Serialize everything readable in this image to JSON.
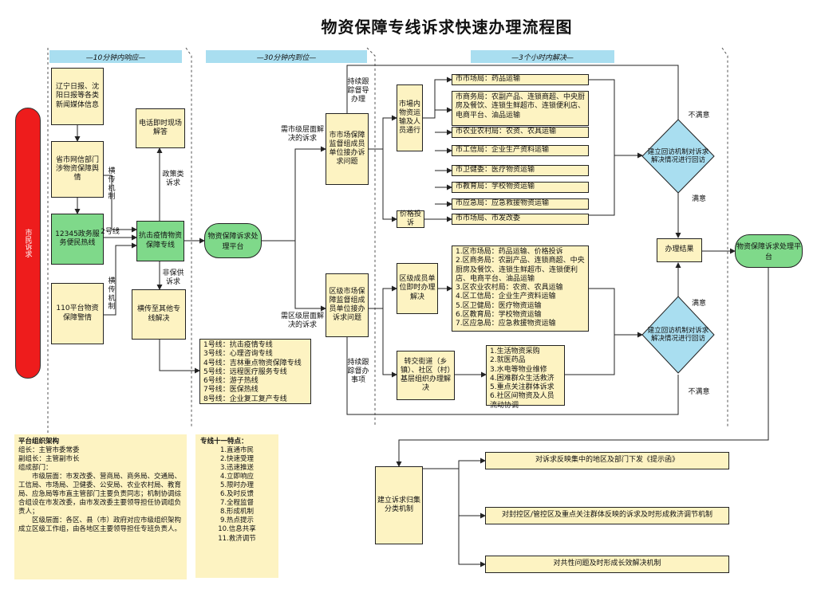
{
  "title": "物资保障专线诉求快速办理流程图",
  "banners": {
    "b1": "—10分钟内响应—",
    "b2": "—30分钟内到位—",
    "b3": "—3个小时内解决—"
  },
  "left_source": "市民诉求",
  "sources": {
    "newspaper": "辽宁日报、沈阳日报等各类新闻媒体信息",
    "opinion": "省市网信部门涉物资保障舆情",
    "hotline12345": "12345政务服务便民热线",
    "police110": "110平台物资保障警情"
  },
  "labels": {
    "horizontal_transfer": "横传机制",
    "line2": "2号线",
    "horizontal_transfer2": "横传机制",
    "policy": "政策类诉求",
    "non_supply": "非保供诉求",
    "city_level": "需市级层面解决的诉求",
    "district_level": "需区级层面解决的诉求",
    "track_supervise": "持续跟踪督导办理",
    "track_supervise2": "持续跟踪督办事项",
    "unsatisfied": "不满意",
    "satisfied": "满意",
    "satisfied2": "满意",
    "unsatisfied2": "不满意"
  },
  "center": {
    "phone": "电话即时现场解答",
    "hub": "抗击疫情物资保障专线",
    "transfer": "横传至其他专线解决",
    "platform": "物资保障诉求处理平台",
    "city_group": "市市场保障监督组成员单位接办诉求问题",
    "district_group": "区级市场保障监督组成员单位接办诉求问题",
    "city_transport": "市場内物资运输及人员通行",
    "price": "价格投诉",
    "district_unit": "区级成员单位即时办理解决",
    "street": "转交街道（乡镇）、社区（村）基层组织办理解决",
    "callback1": "建立回访机制对诉求解决情况进行回访",
    "callback2": "建立回访机制对诉求解决情况进行回访",
    "result": "办理结果",
    "platform_right": "物资保障诉求处理平台",
    "classify": "建立诉求归集分类机制"
  },
  "city_items": [
    "市市场局：药品运输",
    "市商务局：农副产品、连锁商超、中央厨房及餐饮、连锁生鲜超市、连锁便利店、电商平台、油品运输",
    "市农业农村局：农资、农具运输",
    "市工信局：企业生产资料运输",
    "市卫健委：医疗物资运输",
    "市教育局：学校物资运输",
    "市应急局：应急救援物资运输",
    "市市场局、市发改委"
  ],
  "district_items": "1.区市场局：药品运输、价格投诉\n2.区商务局：农副产品、连锁商超、中央厨房及餐饮、连锁生鲜超市、连锁便利店、电商平台、油品运输\n3.区农业农村局：农资、农具运输\n4.区工信局：企业生产资料运输\n5.区卫健局：医疗物资运输\n6.区教育局：学校物资运输\n7.区应急局：应急救援物资运输",
  "street_items": "1.生活物资采购\n2.就医药品\n3.水电等物业维修\n4.困难群众生活救济\n5.重点关注群体诉求\n6.社区间物资及人员流动协调",
  "lines": "1号线：抗击疫情专线\n3号线：心理咨询专线\n4号线：吉林重点物资保障专线\n5号线：远程医疗服务专线\n6号线：游子热线\n7号线：医保热线\n8号线：企业复工复产专线",
  "org": {
    "heading": "平台组织架构",
    "body": "组长：主管市委常委\n副组长：主管副市长\n组成部门：\n　　市级层面：市发改委、营商局、商务局、交通局、工信局、市场局、卫健委、公安局、农业农村局、教育局、应急局等市直主管部门主要负责同志；机制协调综合组设在市发改委，由市发改委主要领导担任协调组负责人；\n　　区级层面：各区、县（市）政府对应市级组织架构成立区级工作组，由各地区主要领导担任专班负责人。"
  },
  "features": {
    "heading": "专线十一特点：",
    "body": "1.直通市民\n2.快速受理\n3.迅速推送\n4.立即响应\n5.限时办理\n6.及时反馈\n7.全程监督\n8.形成机制\n9.热点提示\n10.信息共享\n11.救济调节"
  },
  "outcomes": [
    "对诉求反映集中的地区及部门下发《提示函》",
    "对封控区/管控区及重点关注群体反映的诉求及时形成救济调节机制",
    "对共性问题及时形成长效解决机制"
  ],
  "colors": {
    "note_bg": "#fdf3c2",
    "green": "#7fd98a",
    "banner": "#a9def0",
    "red": "#ee1c1c",
    "diamond": "#a9def0"
  }
}
